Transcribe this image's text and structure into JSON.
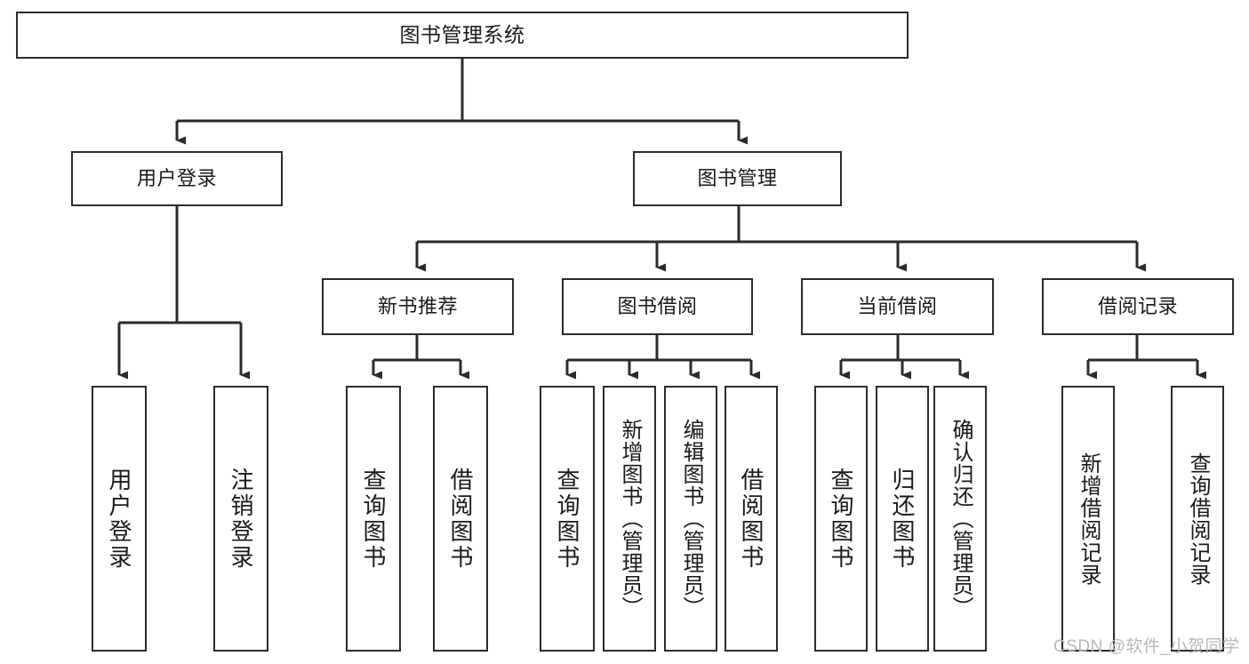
{
  "diagram": {
    "title": "图书管理系统",
    "type": "hierarchy-tree",
    "root": {
      "label": "图书管理系统"
    },
    "level2": [
      {
        "label": "用户登录"
      },
      {
        "label": "图书管理"
      }
    ],
    "level3": [
      {
        "label": "新书推荐"
      },
      {
        "label": "图书借阅"
      },
      {
        "label": "当前借阅"
      },
      {
        "label": "借阅记录"
      }
    ],
    "leaves": {
      "user_login": [
        {
          "label": "用户登录"
        },
        {
          "label": "注销登录"
        }
      ],
      "new_book": [
        {
          "label": "查询图书"
        },
        {
          "label": "借阅图书"
        }
      ],
      "book_borrow": [
        {
          "label": "查询图书"
        },
        {
          "label": "新增图书（管理员）"
        },
        {
          "label": "编辑图书（管理员）"
        },
        {
          "label": "借阅图书"
        }
      ],
      "current_borrow": [
        {
          "label": "查询图书"
        },
        {
          "label": "归还图书"
        },
        {
          "label": "确认归还（管理员）"
        }
      ],
      "borrow_record": [
        {
          "label": "新增借阅记录"
        },
        {
          "label": "查询借阅记录"
        }
      ]
    }
  },
  "watermark": {
    "text": "CSDN @软件_小贺同学"
  },
  "colors": {
    "stroke": "#2b2b2b",
    "background": "#ffffff",
    "text": "#1a1a1a",
    "watermark": "#b9b9b9"
  }
}
